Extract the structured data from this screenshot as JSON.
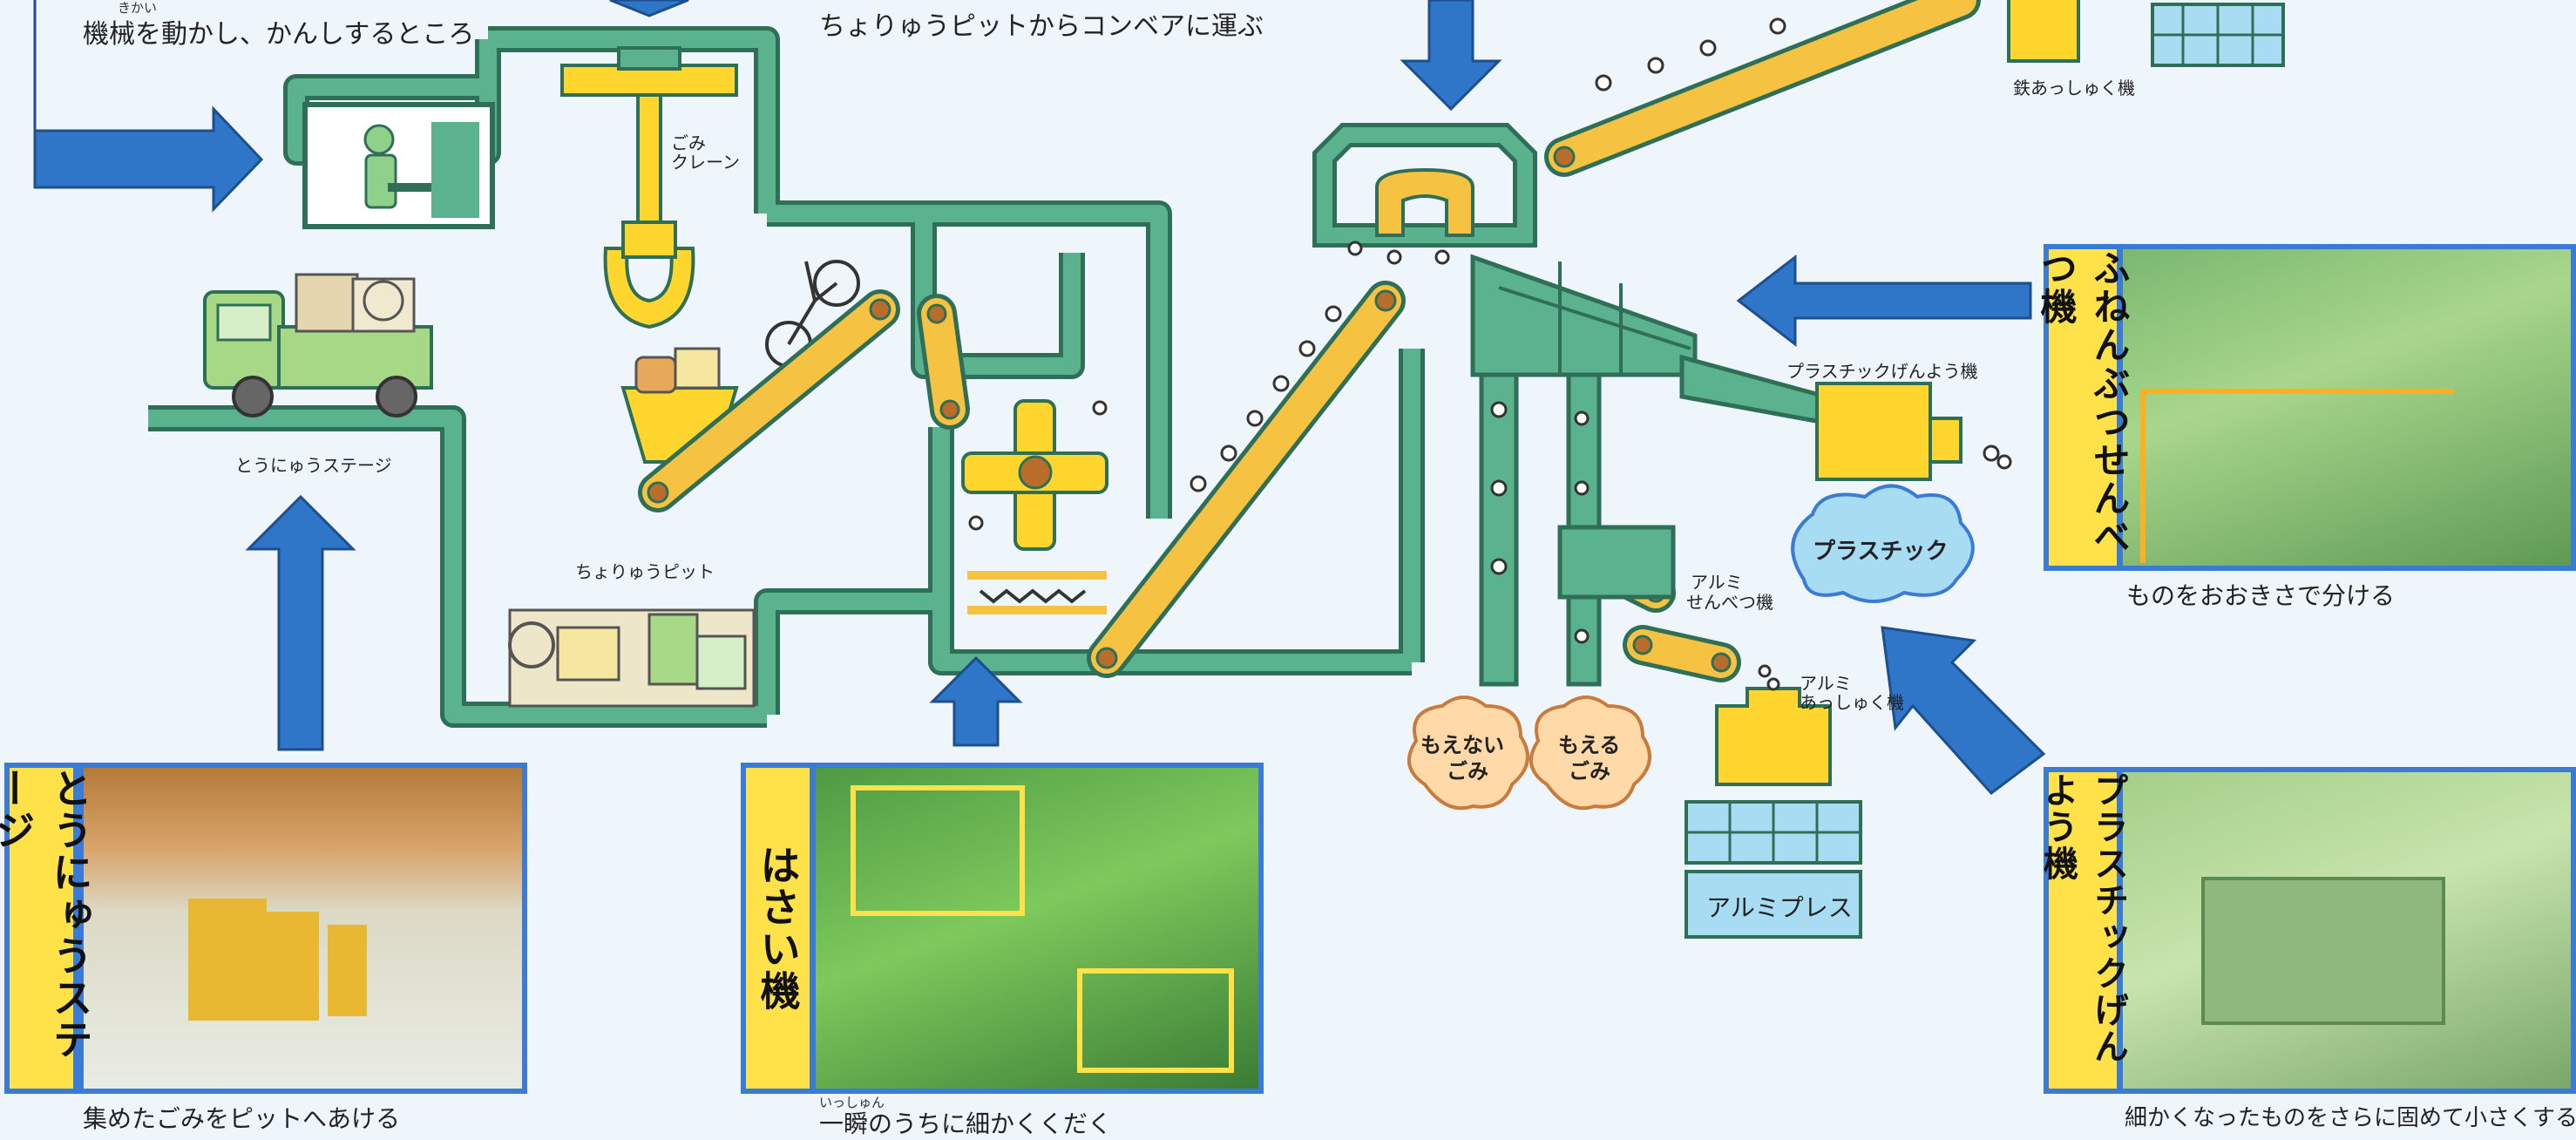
{
  "captions": {
    "machine_room": "機械を動かし、かんしするところ",
    "machine_room_ruby": "きかい",
    "conveyor_from_pit": "ちょりゅうピットからコンベアに運ぶ",
    "iron_compressor": "鉄あっしゅく機",
    "crane": "ごみ\nクレーン",
    "crane_line1": "ごみ",
    "crane_line2": "クレーン",
    "stage": "とうにゅうステージ",
    "pit": "ちょりゅうピット",
    "plastic_reducer_small": "プラスチックげんよう機",
    "plastic_cloud": "プラスチック",
    "aluminum_separator_1": "アルミ",
    "aluminum_separator_2": "せんべつ機",
    "aluminum_compressor_1": "アルミ",
    "aluminum_compressor_2": "あっしゅく機",
    "nonburnable_1": "もえない",
    "nonburnable_2": "ごみ",
    "burnable_1": "もえる",
    "burnable_2": "ごみ",
    "aluminum_press": "アルミプレス",
    "sieve_caption": "ものをおおきさで分ける",
    "stage_caption": "集めたごみをピットへあける",
    "crusher_caption": "一瞬のうちに細かくくだく",
    "crusher_ruby": "いっしゅん",
    "plastic_caption": "細かくなったものをさらに固めて小さくする"
  },
  "photo_labels": {
    "stage": "とうにゅうステージ",
    "crusher": "はさい機",
    "sieve": "ふねんぶつせんべつ機",
    "plastic": "プラスチックげんよう機"
  },
  "colors": {
    "pipe_green": "#5bb28f",
    "pipe_dark": "#2f6f58",
    "conveyor_yellow": "#f5c242",
    "arrow_blue": "#2f76c9",
    "cloud_blue": "#a8dcf2",
    "cloud_peach": "#ffd9a8",
    "machine_yellow": "#ffd62e",
    "photo_border": "#3a7bd5"
  }
}
